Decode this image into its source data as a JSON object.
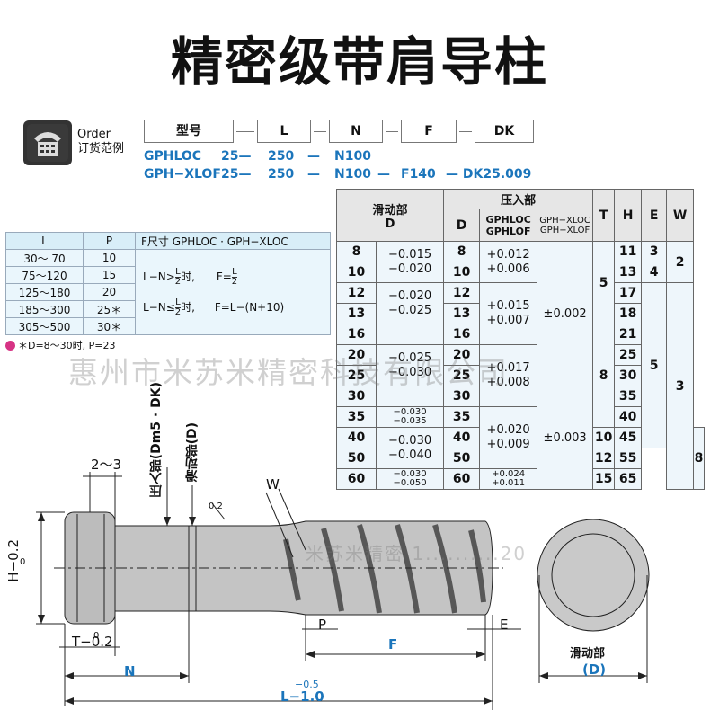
{
  "title": "精密级带肩导柱",
  "order": {
    "en": "Order",
    "cn": "订货范例"
  },
  "code_fields": [
    "型号",
    "L",
    "N",
    "F",
    "DK"
  ],
  "examples": [
    {
      "model": "GPHLOC",
      "L": "25—",
      "N": "250",
      "sep1": "—",
      "F": "N100",
      "sep2": "",
      "DK": "",
      "sep3": ""
    },
    {
      "model": "GPH−XLOF",
      "L": "25—",
      "N": "250",
      "sep1": "—",
      "F": "N100",
      "sep2": "—",
      "DK": "F140",
      "sep3": "— DK25.009"
    }
  ],
  "left_table": {
    "headers": [
      "L",
      "P",
      "F尺寸 GPHLOC · GPH−XLOC"
    ],
    "rows": [
      [
        "30〜 70",
        "10"
      ],
      [
        "75〜120",
        "15"
      ],
      [
        "125〜180",
        "20"
      ],
      [
        "185〜300",
        "25＊"
      ],
      [
        "305〜500",
        "30＊"
      ]
    ],
    "formula1_left": "L−N>",
    "formula1_frac_n": "L",
    "formula1_frac_d": "2",
    "formula1_mid": "时,",
    "formula1_right": "F=",
    "formula1_rfrac_n": "L",
    "formula1_rfrac_d": "2",
    "formula2_left": "L−N≤",
    "formula2_frac_n": "L",
    "formula2_frac_d": "2",
    "formula2_mid": "时,",
    "formula2_right": "F=L−(N+10)",
    "note": "＊D=8〜30时, P=23"
  },
  "right_table": {
    "h_slide": "滑动部",
    "h_slide_d": "D",
    "h_press": "压入部",
    "h_press_d": "D",
    "h_gphloc": "GPHLOC",
    "h_gphlof": "GPHLOF",
    "h_gphxloc": "GPH−XLOC",
    "h_gphxlof": "GPH−XLOF",
    "h_T": "T",
    "h_H": "H",
    "h_E": "E",
    "h_W": "W",
    "D": [
      "8",
      "10",
      "12",
      "13",
      "16",
      "20",
      "25",
      "30",
      "35",
      "40",
      "50",
      "60"
    ],
    "tol_a": [
      "−0.015\n−0.020",
      "−0.020\n−0.025",
      "−0.025\n−0.030",
      "−0.030\n−0.035",
      "−0.030\n−0.040",
      "−0.030\n−0.050"
    ],
    "press_tol": [
      "+0.012\n+0.006",
      "+0.015\n+0.007",
      "+0.017\n+0.008",
      "+0.020\n+0.009",
      "+0.024\n+0.011"
    ],
    "xloc": [
      "±0.002",
      "±0.003"
    ],
    "T": [
      "5",
      "8",
      "10",
      "12",
      "15"
    ],
    "H": [
      "11",
      "13",
      "17",
      "18",
      "21",
      "25",
      "30",
      "35",
      "40",
      "45",
      "55",
      "65"
    ],
    "E": [
      "3",
      "4",
      "5",
      "8"
    ],
    "W": [
      "2",
      "3"
    ]
  },
  "drawing": {
    "press_label": "压入部(Dm5 · DK)",
    "slide_label": "滑动部(D)",
    "dim_23": "2〜3",
    "dim_W": "W",
    "dim_02": "0.2",
    "H_tol": "H−0.2",
    "H_tol_top": "0",
    "T_tol": "T−0.2",
    "T_tol_top": "0",
    "N": "N",
    "F": "F",
    "P": "P",
    "E": "E",
    "L": "L−1.0",
    "L_top": "−0.5",
    "end_label": "滑动部",
    "end_d": "(D)"
  },
  "watermark": "惠州市米苏米精密科技有限公司",
  "watermark2": "米苏米精密 1..........20"
}
